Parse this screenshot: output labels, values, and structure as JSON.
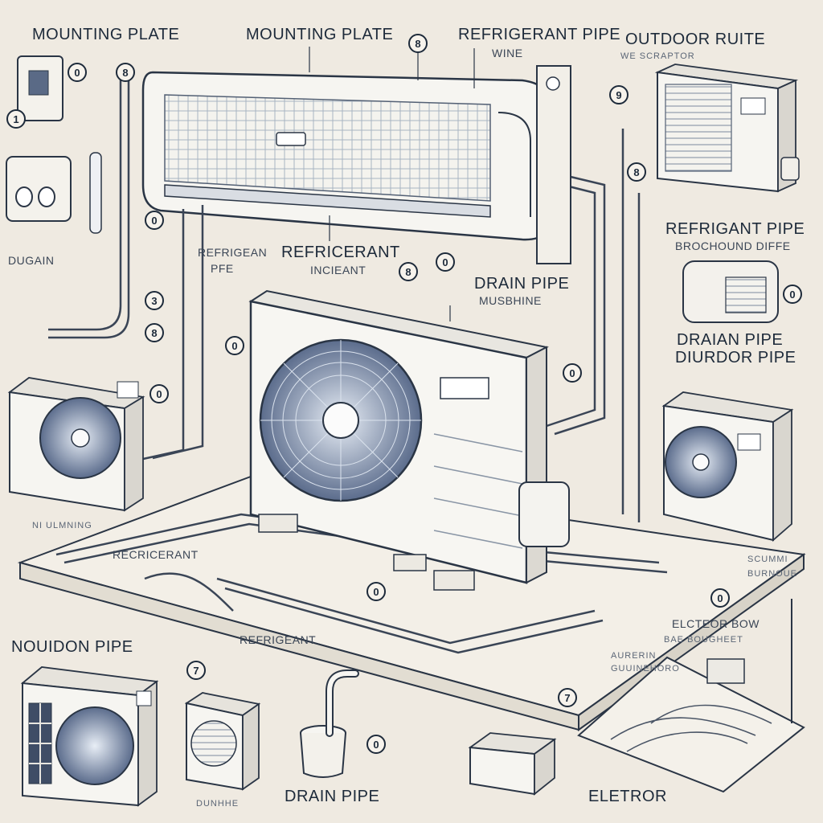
{
  "labels": {
    "mounting_plate_left": "MOUNTING PLATE",
    "mounting_plate_top": "MOUNTING PLATE",
    "refrigerant_pipe_top": "REFRIGERANT PIPE",
    "wine": "WINE",
    "outdoor_unit": "OUTDOOR RUITE",
    "outdoor_unit_sub": "WE SCRAPTOR",
    "drain_left": "DUGAIN",
    "refrigeant_pipe_left": "REFRIGEAN",
    "refrigeant_pipe_left2": "PFE",
    "refrigerant_center": "REFRICERANT",
    "refrigerant_center_sub": "INCIEANT",
    "drain_pipe_center": "DRAIN PIPE",
    "drain_pipe_center_sub": "MUSBHINE",
    "refrigerant_pipe_right": "REFRIGANT PIPE",
    "refrigerant_pipe_right_sub": "BROCHOUND DIFFE",
    "drain_pipe_right": "DRAIAN PIPE",
    "outdoor_pipe_right": "DIURDOR PIPE",
    "refrigeant_floor": "RECRICERANT",
    "floor_left_sub": "NI ULMNING",
    "outdoor_pipe_bottom": "NOUIDON PIPE",
    "refrigeant_bottom": "REFRIGEANT",
    "drain_pipe_bottom": "DRAIN PIPE",
    "bottom_small": "DUNHHE",
    "elector_bow": "ELCTEOR BOW",
    "elector_bow_sub": "BAE BOUGHEET",
    "scmm": "SCUMMI",
    "scmm_sub": "BURNOUE",
    "aumedin": "AURERIN",
    "aumedin_sub": "GUUINEHORO",
    "elector": "ELETROR"
  },
  "callouts": [
    "8",
    "1",
    "0",
    "3",
    "8",
    "8",
    "0",
    "0",
    "0",
    "9",
    "8",
    "7",
    "7",
    "0",
    "0",
    "0",
    "0",
    "0",
    "0",
    "8"
  ]
}
